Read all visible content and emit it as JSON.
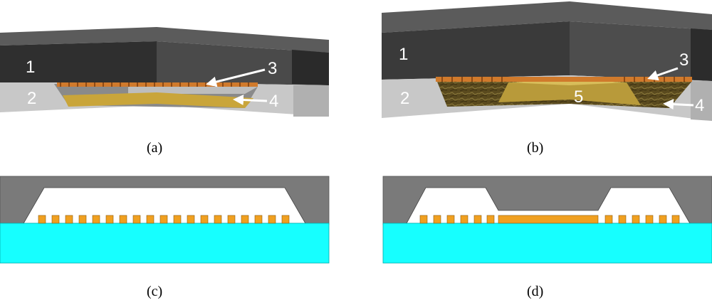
{
  "panels": {
    "a": {
      "caption": "(a)",
      "labels": {
        "l1": "1",
        "l2": "2",
        "l3": "3",
        "l4": "4"
      }
    },
    "b": {
      "caption": "(b)",
      "labels": {
        "l1": "1",
        "l2": "2",
        "l3": "3",
        "l4": "4",
        "l5": "5"
      }
    },
    "c": {
      "caption": "(c)"
    },
    "d": {
      "caption": "(d)"
    }
  },
  "colors": {
    "dark_layer": "#3a3a3a",
    "top_surface": "#5b5b5b",
    "light_layer": "#c8c8c8",
    "gold_membrane": "#c9a53a",
    "copper_electrodes": "#d07a2c",
    "substrate_cyan": "#16ffff",
    "cross_section_gray": "#7a7a7a",
    "electrode_orange": "#f0a020"
  }
}
